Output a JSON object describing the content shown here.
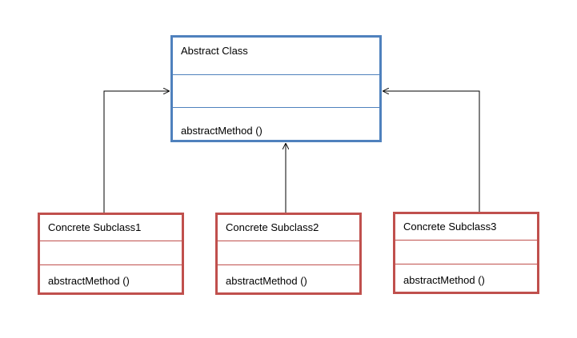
{
  "abstract_class": {
    "name": "Abstract Class",
    "method": "abstractMethod ()"
  },
  "subclasses": [
    {
      "name": "Concrete Subclass1",
      "method": "abstractMethod ()"
    },
    {
      "name": "Concrete Subclass2",
      "method": "abstractMethod ()"
    },
    {
      "name": "Concrete Subclass3",
      "method": "abstractMethod ()"
    }
  ],
  "colors": {
    "abstract_border": "#4f81bd",
    "concrete_border": "#c0504d",
    "connector": "#000000"
  }
}
